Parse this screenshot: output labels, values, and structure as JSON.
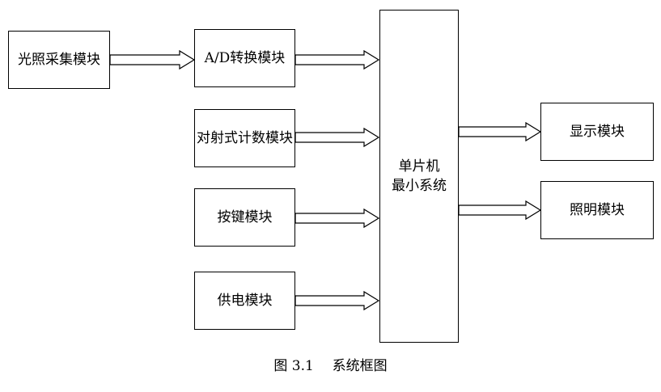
{
  "blocks": {
    "light_acquisition": "光照采集模块",
    "ad_conversion": "A/D转换模块",
    "counter": "对射式计数模块",
    "keypad": "按键模块",
    "power": "供电模块",
    "mcu_line1": "单片机",
    "mcu_line2": "最小系统",
    "display": "显示模块",
    "lighting": "照明模块"
  },
  "caption": {
    "number": "图 3.1",
    "title": "系统框图"
  }
}
